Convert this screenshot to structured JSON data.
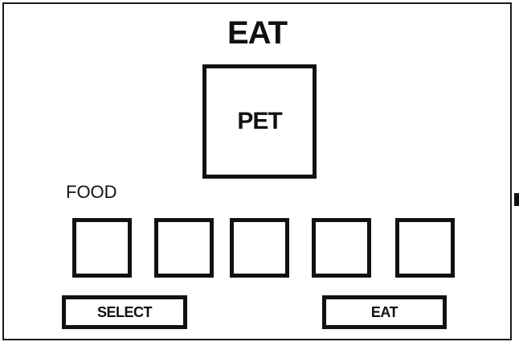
{
  "screen": {
    "title": "EAT"
  },
  "pet": {
    "label": "PET"
  },
  "food": {
    "label": "FOOD",
    "slots": [
      "",
      "",
      "",
      "",
      ""
    ]
  },
  "buttons": {
    "select_label": "SELECT",
    "eat_label": "EAT"
  },
  "colors": {
    "stroke": "#111111",
    "background": "#ffffff"
  }
}
